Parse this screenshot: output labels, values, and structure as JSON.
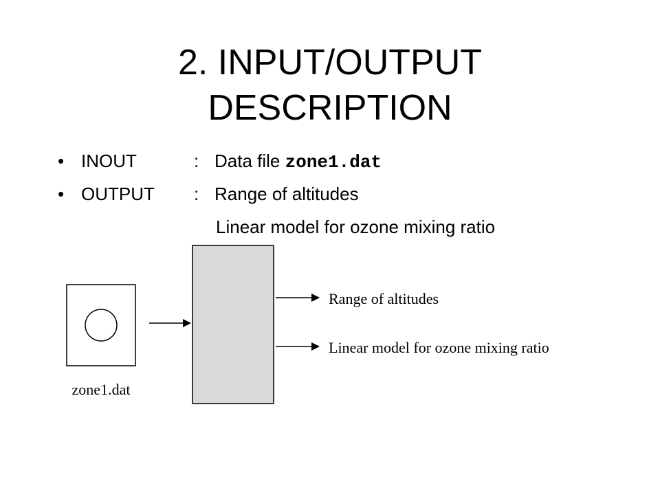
{
  "slide": {
    "title_line1": "2. INPUT/OUTPUT",
    "title_line2": "DESCRIPTION"
  },
  "bullets": {
    "marker": "•",
    "items": [
      {
        "term": "INOUT",
        "separator": ":",
        "text": "Data file ",
        "emphasis": "zone1.dat"
      },
      {
        "term": "OUTPUT",
        "separator": ":",
        "text": "Range of altitudes",
        "continuation": "Linear model for ozone mixing ratio"
      }
    ]
  },
  "diagram": {
    "input_label": "zone1.dat",
    "outputs": [
      "Range of altitudes",
      "Linear model for ozone mixing ratio"
    ],
    "process_fill": "#d9d9d9"
  }
}
